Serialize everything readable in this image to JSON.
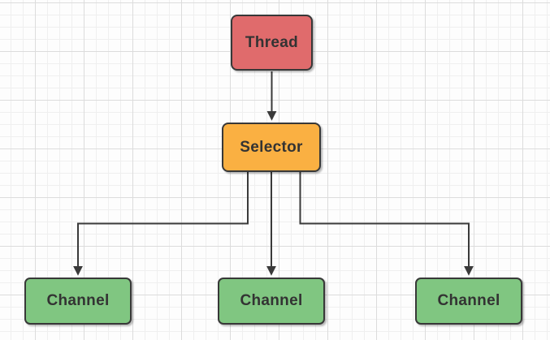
{
  "diagram": {
    "type": "flowchart",
    "background": "grid-paper",
    "nodes": [
      {
        "id": "thread",
        "label": "Thread",
        "shape": "rounded-rect",
        "fill": "#e06b6c"
      },
      {
        "id": "selector",
        "label": "Selector",
        "shape": "rounded-rect",
        "fill": "#fab042"
      },
      {
        "id": "channel-left",
        "label": "Channel",
        "shape": "rounded-rect",
        "fill": "#80c681"
      },
      {
        "id": "channel-middle",
        "label": "Channel",
        "shape": "rounded-rect",
        "fill": "#80c681"
      },
      {
        "id": "channel-right",
        "label": "Channel",
        "shape": "rounded-rect",
        "fill": "#80c681"
      }
    ],
    "edges": [
      {
        "from": "thread",
        "to": "selector",
        "style": "orthogonal-arrow"
      },
      {
        "from": "selector",
        "to": "channel-left",
        "style": "orthogonal-arrow"
      },
      {
        "from": "selector",
        "to": "channel-middle",
        "style": "orthogonal-arrow"
      },
      {
        "from": "selector",
        "to": "channel-right",
        "style": "orthogonal-arrow"
      }
    ],
    "colors": {
      "stroke": "#3a3a3a",
      "node_border": "#383838",
      "text": "#333333",
      "grid_minor": "#efefef",
      "grid_major": "#dcdcdc",
      "canvas_bg": "#fdfdfd"
    }
  }
}
